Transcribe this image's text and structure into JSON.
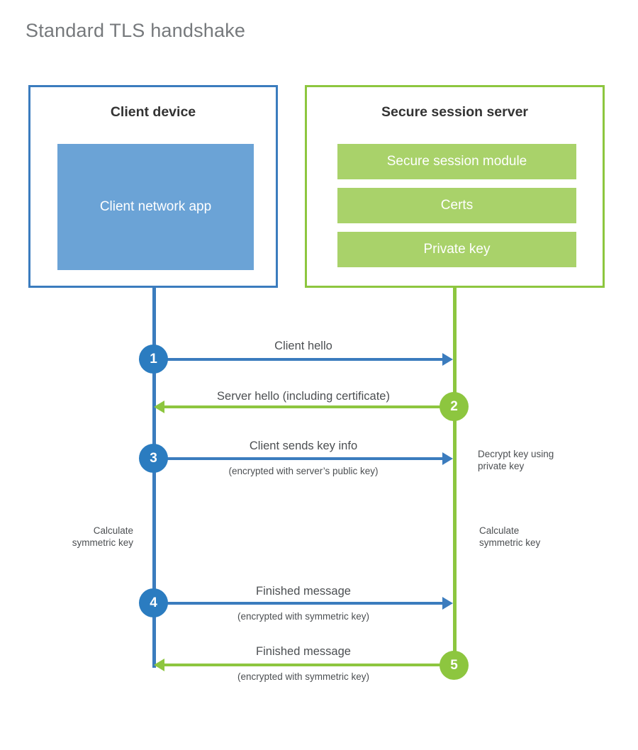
{
  "title": "Standard TLS handshake",
  "colors": {
    "client_accent": "#3b7cbe",
    "client_fill": "#6ba3d6",
    "client_marker": "#2b7cc0",
    "server_accent": "#8dc63f",
    "server_fill": "#a9d26a",
    "title_text": "#76797c",
    "body_text": "#4c4f52",
    "heading_text": "#333333",
    "background": "#ffffff"
  },
  "parties": {
    "client": {
      "title": "Client device",
      "components": [
        {
          "label": "Client network app"
        }
      ]
    },
    "server": {
      "title": "Secure session server",
      "components": [
        {
          "label": "Secure session module"
        },
        {
          "label": "Certs"
        },
        {
          "label": "Private key"
        }
      ]
    }
  },
  "steps": [
    {
      "number": "1",
      "label": "Client hello",
      "sublabel": "",
      "direction": "client-to-server",
      "color": "blue"
    },
    {
      "number": "2",
      "label": "Server hello (including certificate)",
      "sublabel": "",
      "direction": "server-to-client",
      "color": "green"
    },
    {
      "number": "3",
      "label": "Client sends key info",
      "sublabel": "(encrypted with server’s public key)",
      "direction": "client-to-server",
      "color": "blue"
    },
    {
      "number": "4",
      "label": "Finished message",
      "sublabel": "(encrypted with symmetric key)",
      "direction": "client-to-server",
      "color": "blue"
    },
    {
      "number": "5",
      "label": "Finished message",
      "sublabel": "(encrypted with symmetric key)",
      "direction": "server-to-client",
      "color": "green"
    }
  ],
  "notes": {
    "server_decrypt": "Decrypt key using\nprivate key",
    "client_calculate": "Calculate\nsymmetric key",
    "server_calculate": "Calculate\nsymmetric key"
  }
}
